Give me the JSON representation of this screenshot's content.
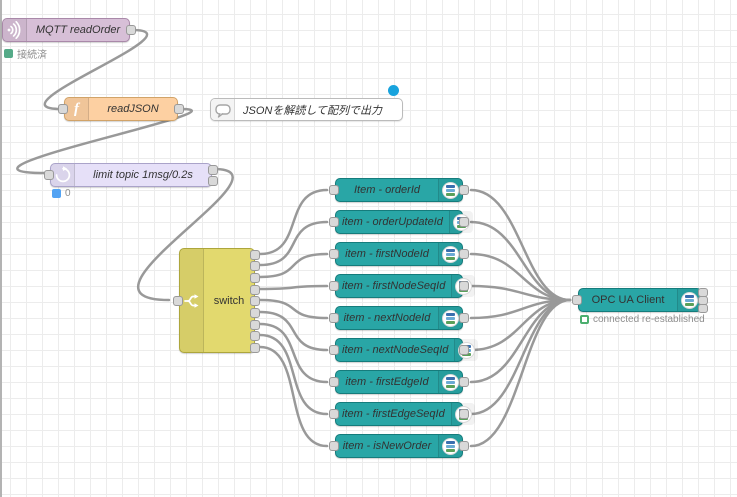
{
  "app": "node-red-flow-editor",
  "nodes": {
    "mqtt_in": {
      "type": "mqtt in",
      "label": "MQTT readOrder",
      "status": "接続済"
    },
    "function": {
      "type": "function",
      "label": "readJSON"
    },
    "comment": {
      "type": "comment",
      "label": "JSONを解読して配列で出力"
    },
    "delay": {
      "type": "delay",
      "label": "limit topic 1msg/0.2s",
      "status": "0"
    },
    "switch": {
      "type": "switch",
      "label": "switch",
      "outputs": 9
    },
    "opcua_client": {
      "type": "opcua client",
      "label": "OPC UA Client",
      "status": "connected re-established",
      "outputs": 3
    },
    "items": [
      {
        "label": "Item - orderId"
      },
      {
        "label": "item - orderUpdateId"
      },
      {
        "label": "item - firstNodeId"
      },
      {
        "label": "item - firstNodeSeqId"
      },
      {
        "label": "item - nextNodeId"
      },
      {
        "label": "item - nextNodeSeqId"
      },
      {
        "label": "item - firstEdgeId"
      },
      {
        "label": "item - firstEdgeSeqId"
      },
      {
        "label": "item - isNewOrder"
      }
    ]
  },
  "colors": {
    "mqtt_node": "#d7bfd7",
    "function_node": "#fdd0a2",
    "delay_node": "#e6e0f8",
    "switch_node": "#e2d96e",
    "opcua_node": "#29a6a6",
    "wire": "#999999",
    "status_green": "#55aa88",
    "status_blue": "#53a3f3",
    "changed_indicator_blue": "#18a3dd",
    "grid_line": "#ececec"
  }
}
